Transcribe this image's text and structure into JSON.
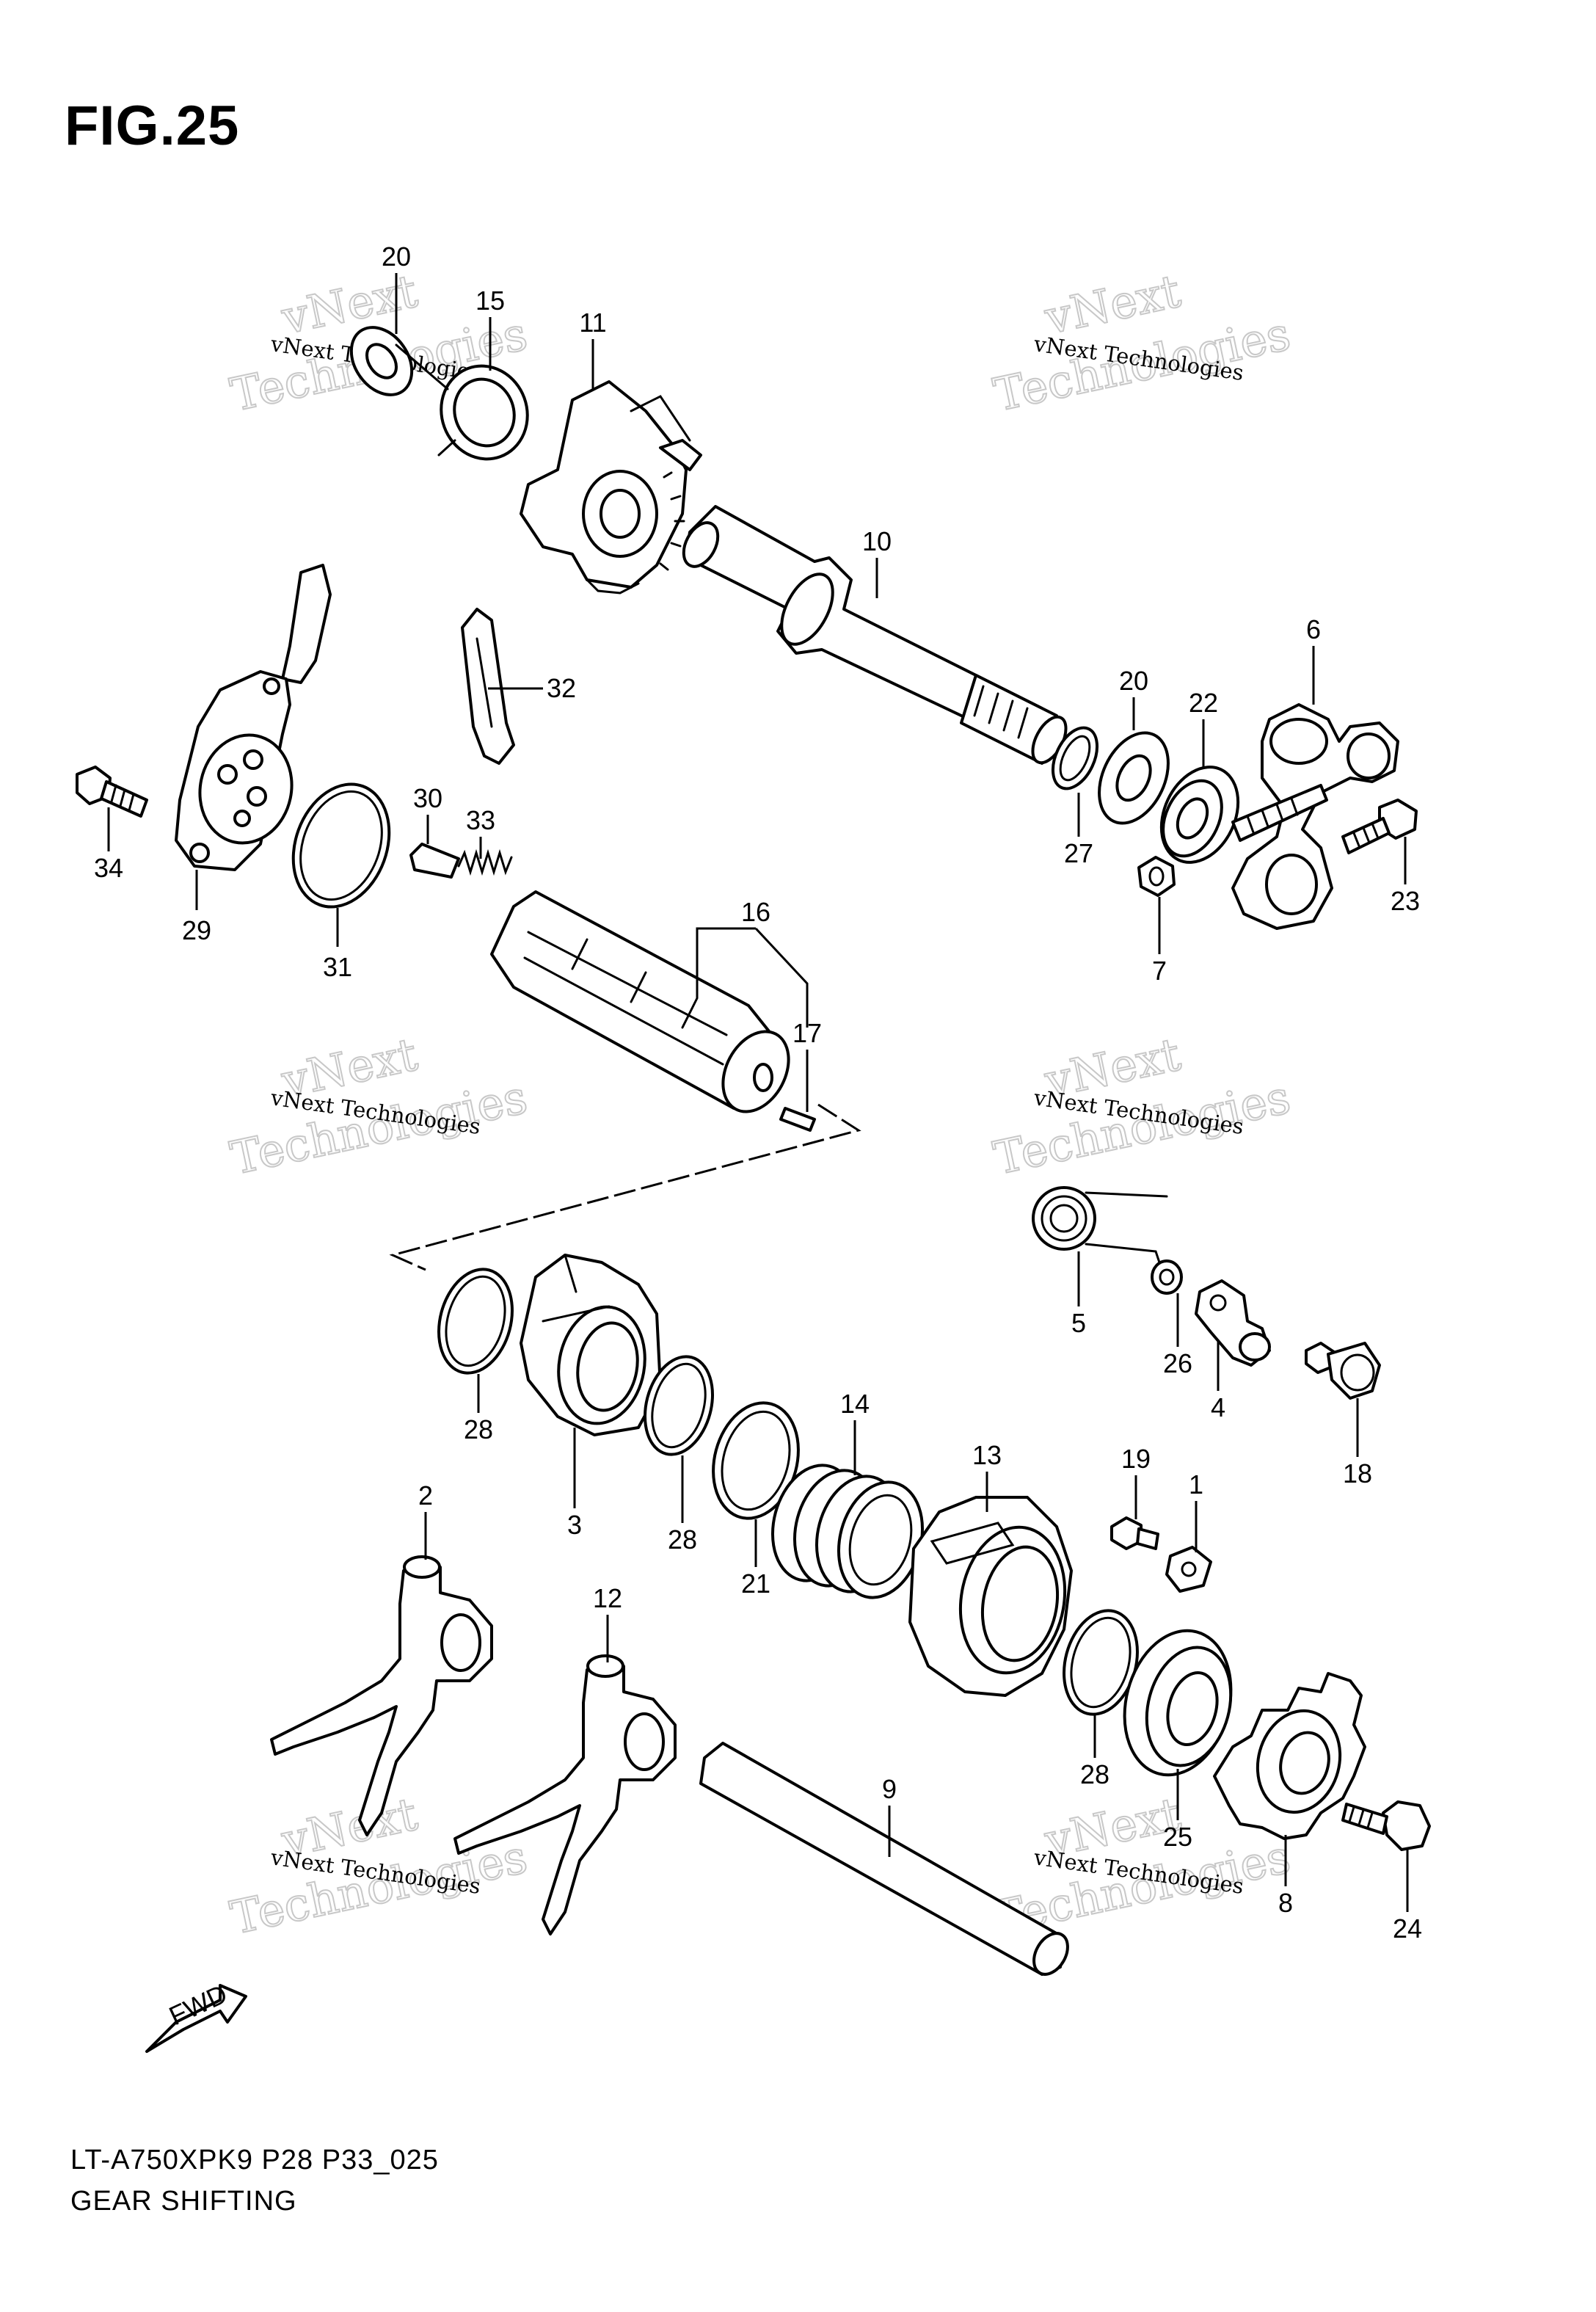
{
  "figure": {
    "title": "FIG.25"
  },
  "footer": {
    "model_code": "LT-A750XPK9 P28 P33_025",
    "section_name": "GEAR SHIFTING"
  },
  "watermark": {
    "line1": "vNext",
    "line2": "Technologies",
    "caption": "vNext Technologies"
  },
  "fwd_label": "FWD",
  "callouts": [
    "20",
    "15",
    "11",
    "10",
    "6",
    "20",
    "22",
    "32",
    "34",
    "29",
    "31",
    "30",
    "33",
    "27",
    "7",
    "23",
    "16",
    "17",
    "5",
    "26",
    "4",
    "18",
    "28",
    "3",
    "28",
    "21",
    "14",
    "13",
    "19",
    "1",
    "2",
    "12",
    "28",
    "9",
    "25",
    "8",
    "24"
  ]
}
